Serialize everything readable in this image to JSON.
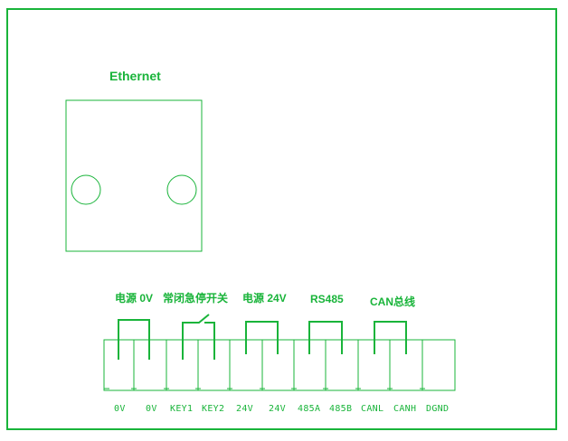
{
  "ethernet": {
    "label": "Ethernet"
  },
  "groups": [
    {
      "label": "电源 0V"
    },
    {
      "label": "常闭急停开关"
    },
    {
      "label": "电源 24V"
    },
    {
      "label": "RS485"
    },
    {
      "label": "CAN总线"
    }
  ],
  "pins": [
    "0V",
    "0V",
    "KEY1",
    "KEY2",
    "24V",
    "24V",
    "485A",
    "485B",
    "CANL",
    "CANH",
    "DGND"
  ],
  "colors": {
    "line": "#19b43a",
    "bg": "#ffffff"
  }
}
